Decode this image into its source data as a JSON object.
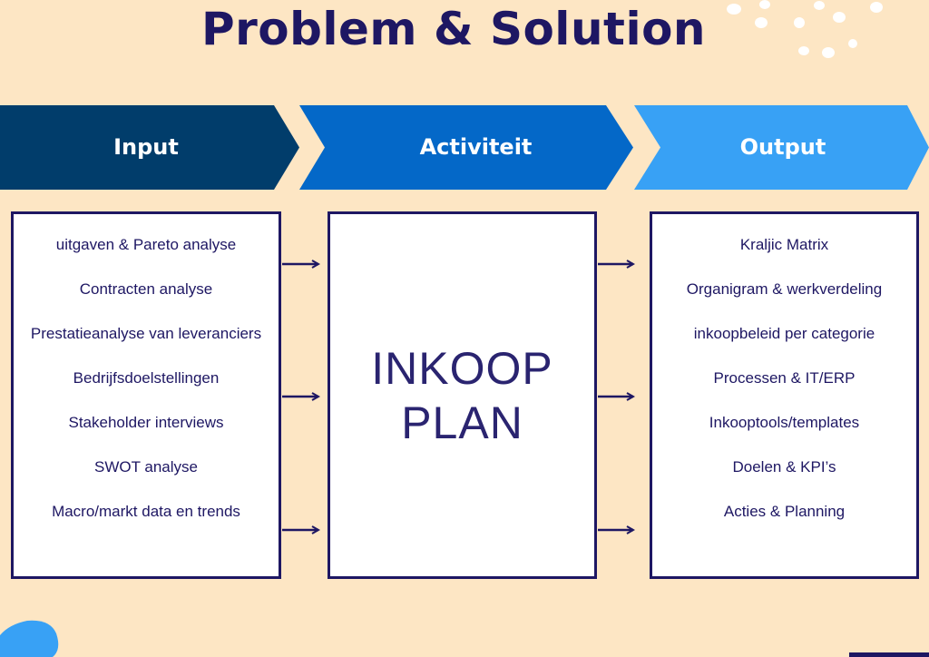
{
  "title": "Problem & Solution",
  "columns": [
    {
      "header": "Input",
      "color": "#013d6b"
    },
    {
      "header": "Activiteit",
      "color": "#0468c8"
    },
    {
      "header": "Output",
      "color": "#38a1f5"
    }
  ],
  "input_items": [
    "uitgaven & Pareto analyse",
    "Contracten analyse",
    "Prestatieanalyse van leveranciers",
    "Bedrijfsdoelstellingen",
    "Stakeholder interviews",
    "SWOT analyse",
    "Macro/markt data en trends"
  ],
  "center": {
    "line1": "INKOOP",
    "line2": "PLAN"
  },
  "output_items": [
    "Kraljic Matrix",
    "Organigram & werkverdeling",
    "inkoopbeleid per categorie",
    "Processen & IT/ERP",
    "Inkooptools/templates",
    "Doelen & KPI’s",
    "Acties & Planning"
  ],
  "colors": {
    "background": "#fde6c4",
    "navy": "#1e1763"
  }
}
